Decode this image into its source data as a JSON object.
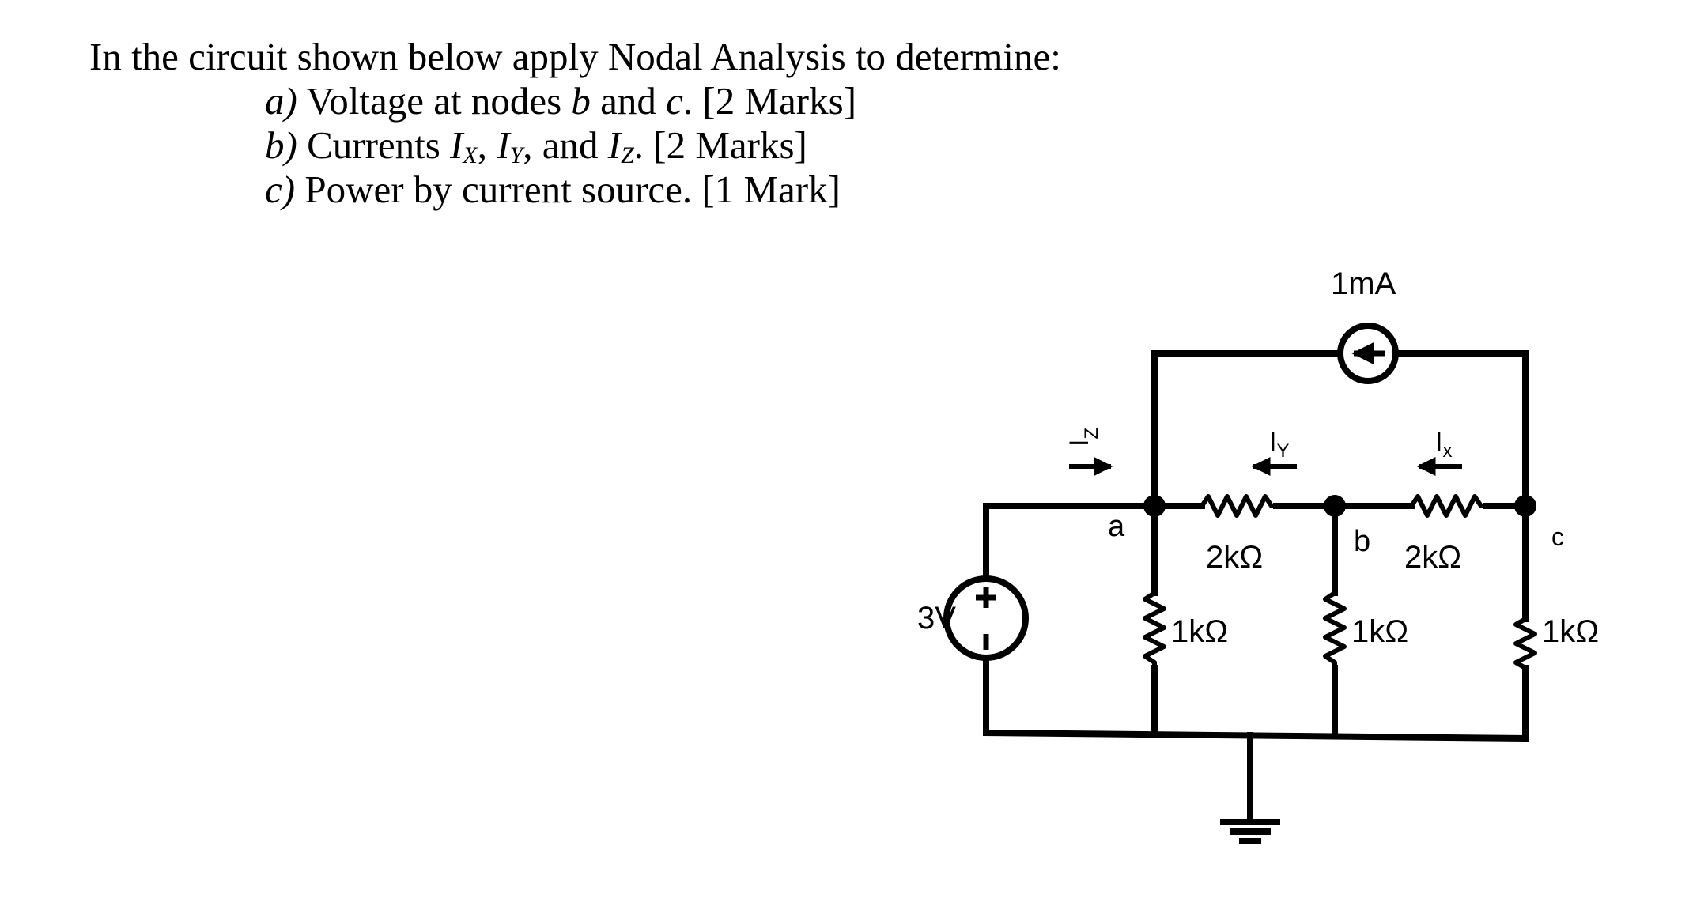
{
  "question": {
    "intro": "In the circuit shown below apply Nodal Analysis to determine:",
    "part_a": {
      "label": "a)",
      "pre": " Voltage at nodes ",
      "b": "b",
      "and": " and ",
      "c": "c",
      "post": ". [2 Marks]"
    },
    "part_b": {
      "label": "b)",
      "pre": " Currents ",
      "ix": "I",
      "ix_sub": "X",
      "sep1": ", ",
      "iy": "I",
      "iy_sub": "Y",
      "sep2": ", and ",
      "iz": "I",
      "iz_sub": "Z",
      "post": ". [2 Marks]"
    },
    "part_c": {
      "label": "c)",
      "text": " Power by current source. [1 Mark]"
    }
  },
  "circuit": {
    "current_source": "1mA",
    "voltage_source": "3V",
    "node_a": "a",
    "node_b": "b",
    "node_c": "c",
    "r_ab": "2kΩ",
    "r_bc": "2kΩ",
    "r_a_gnd": "1kΩ",
    "r_b_gnd": "1kΩ",
    "r_c_gnd": "1kΩ",
    "iz": {
      "main": "I",
      "sub": "Z"
    },
    "iy": {
      "main": "I",
      "sub": "Y"
    },
    "ix": {
      "main": "I",
      "sub": "x"
    }
  }
}
